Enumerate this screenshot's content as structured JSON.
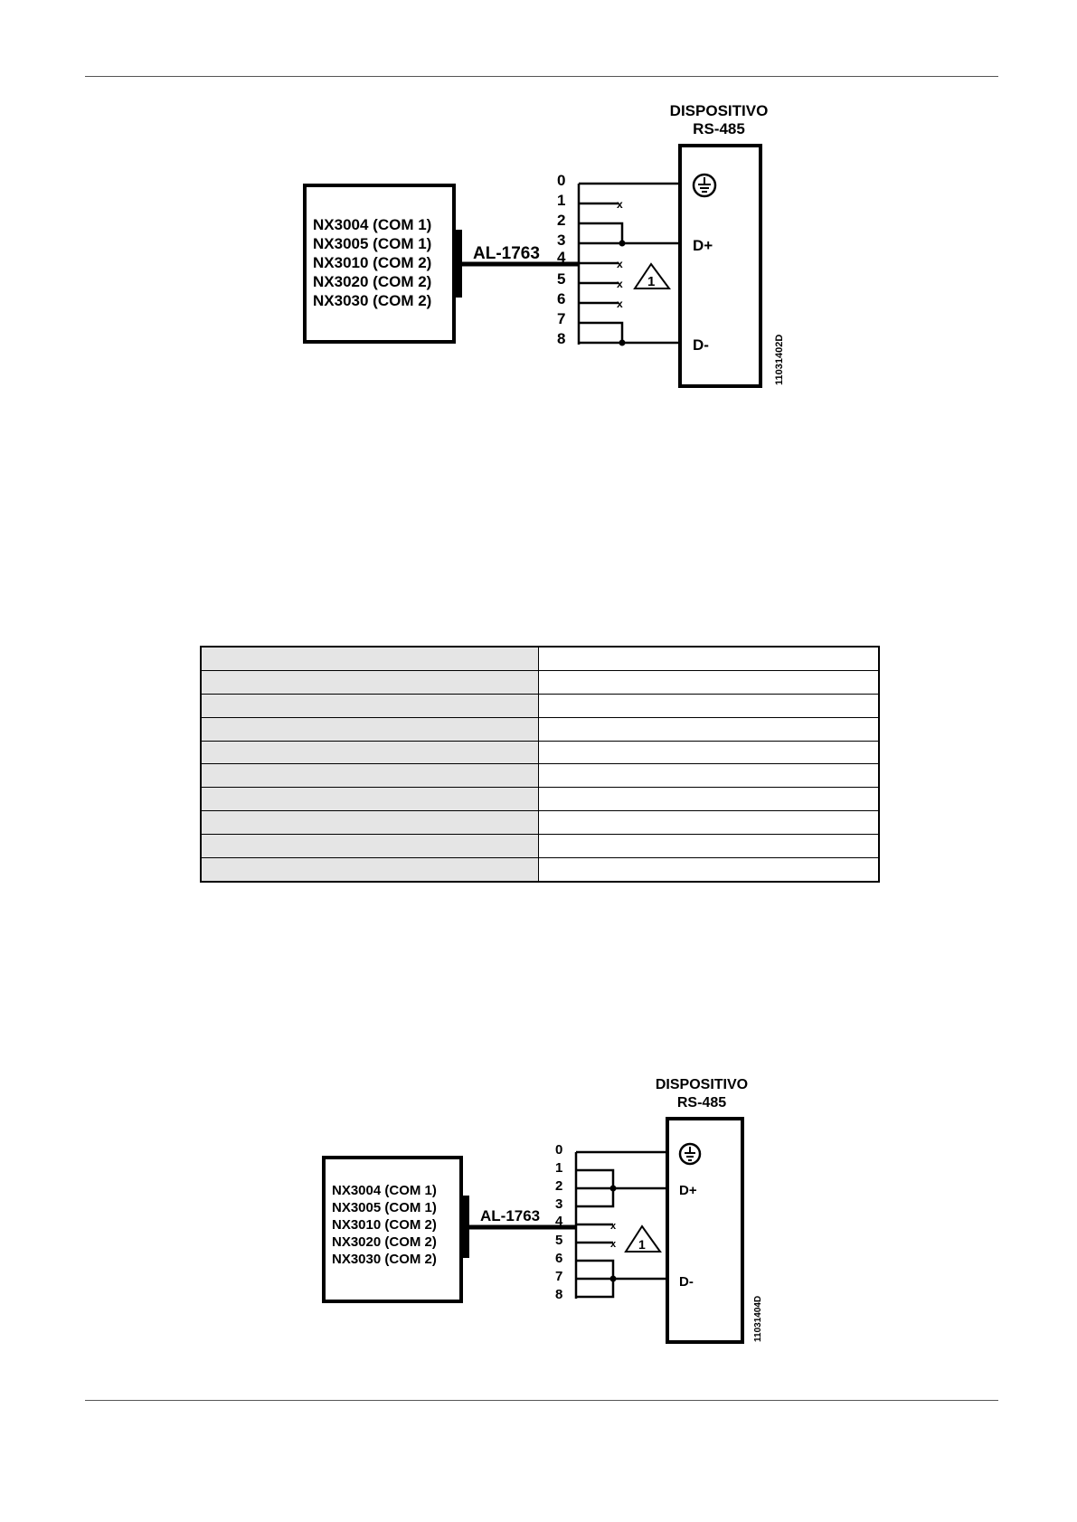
{
  "diagram1": {
    "device_title": [
      "DISPOSITIVO",
      "RS-485"
    ],
    "controllers": [
      "NX3004 (COM 1)",
      "NX3005 (COM 1)",
      "NX3010 (COM 2)",
      "NX3020 (COM 2)",
      "NX3030 (COM 2)"
    ],
    "cable": "AL-1763",
    "pins": [
      "0",
      "1",
      "2",
      "3",
      "4",
      "5",
      "6",
      "7",
      "8"
    ],
    "d_plus": "D+",
    "d_minus": "D-",
    "note": "1",
    "code": "11031402D"
  },
  "diagram2": {
    "device_title": [
      "DISPOSITIVO",
      "RS-485"
    ],
    "controllers": [
      "NX3004 (COM 1)",
      "NX3005 (COM 1)",
      "NX3010 (COM 2)",
      "NX3020 (COM 2)",
      "NX3030 (COM 2)"
    ],
    "cable": "AL-1763",
    "pins": [
      "0",
      "1",
      "2",
      "3",
      "4",
      "5",
      "6",
      "7",
      "8"
    ],
    "d_plus": "D+",
    "d_minus": "D-",
    "note": "1",
    "code": "11031404D"
  },
  "table": {
    "rows": [
      [
        "",
        ""
      ],
      [
        "",
        ""
      ],
      [
        "",
        ""
      ],
      [
        "",
        ""
      ],
      [
        "",
        ""
      ],
      [
        "",
        ""
      ],
      [
        "",
        ""
      ],
      [
        "",
        ""
      ],
      [
        "",
        ""
      ],
      [
        "",
        ""
      ]
    ]
  }
}
